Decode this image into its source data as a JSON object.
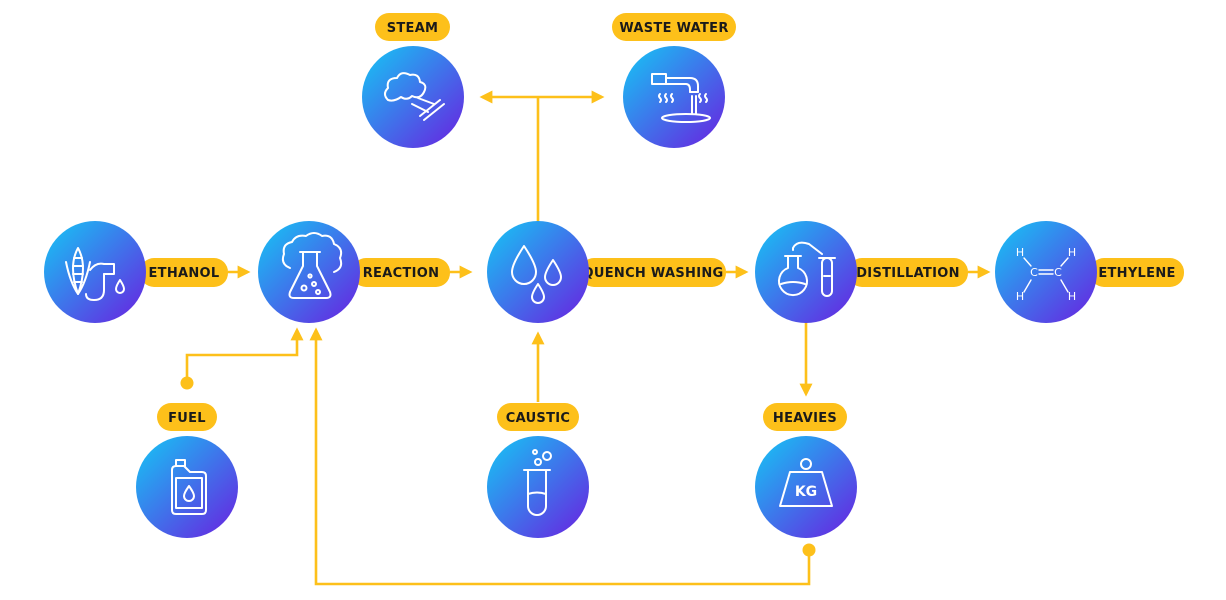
{
  "colors": {
    "accent": "#FDC01A",
    "node_gradient_start": "#14C8F5",
    "node_gradient_end": "#6A1FE0",
    "label_text": "#1a1a1a"
  },
  "nodes": {
    "steam": {
      "label": "STEAM",
      "icon": "steam-icon"
    },
    "waste_water": {
      "label": "WASTE WATER",
      "icon": "waste-water-icon"
    },
    "ethanol": {
      "label": "ETHANOL",
      "icon": "corn-fuel-icon"
    },
    "reaction": {
      "label": "REACTION",
      "icon": "brain-flask-icon"
    },
    "quench_washing": {
      "label": "QUENCH WASHING",
      "icon": "water-drops-icon"
    },
    "distillation": {
      "label": "DISTILLATION",
      "icon": "distillation-flask-icon"
    },
    "ethylene": {
      "label": "ETHYLENE",
      "icon": "ethylene-molecule-icon"
    },
    "fuel": {
      "label": "FUEL",
      "icon": "fuel-canister-icon"
    },
    "caustic": {
      "label": "CAUSTIC",
      "icon": "test-tube-icon"
    },
    "heavies": {
      "label": "HEAVIES",
      "icon": "kg-weight-icon"
    }
  },
  "icon_text": {
    "kg": "KG",
    "carbon": "C",
    "hydrogen": "H"
  }
}
